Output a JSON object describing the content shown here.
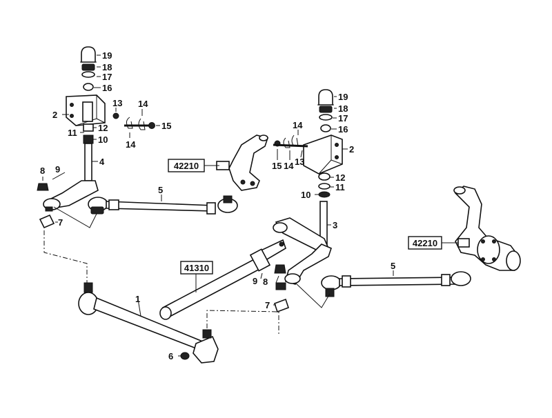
{
  "ref_boxes": [
    "42210",
    "41310",
    "42210"
  ],
  "labels": [
    "19",
    "18",
    "17",
    "16",
    "13",
    "14",
    "15",
    "2",
    "12",
    "11",
    "10",
    "14",
    "4",
    "8",
    "9",
    "5",
    "7",
    "1",
    "6",
    "19",
    "18",
    "17",
    "16",
    "14",
    "15",
    "14",
    "13",
    "2",
    "12",
    "11",
    "10",
    "3",
    "5",
    "9",
    "8",
    "7"
  ]
}
